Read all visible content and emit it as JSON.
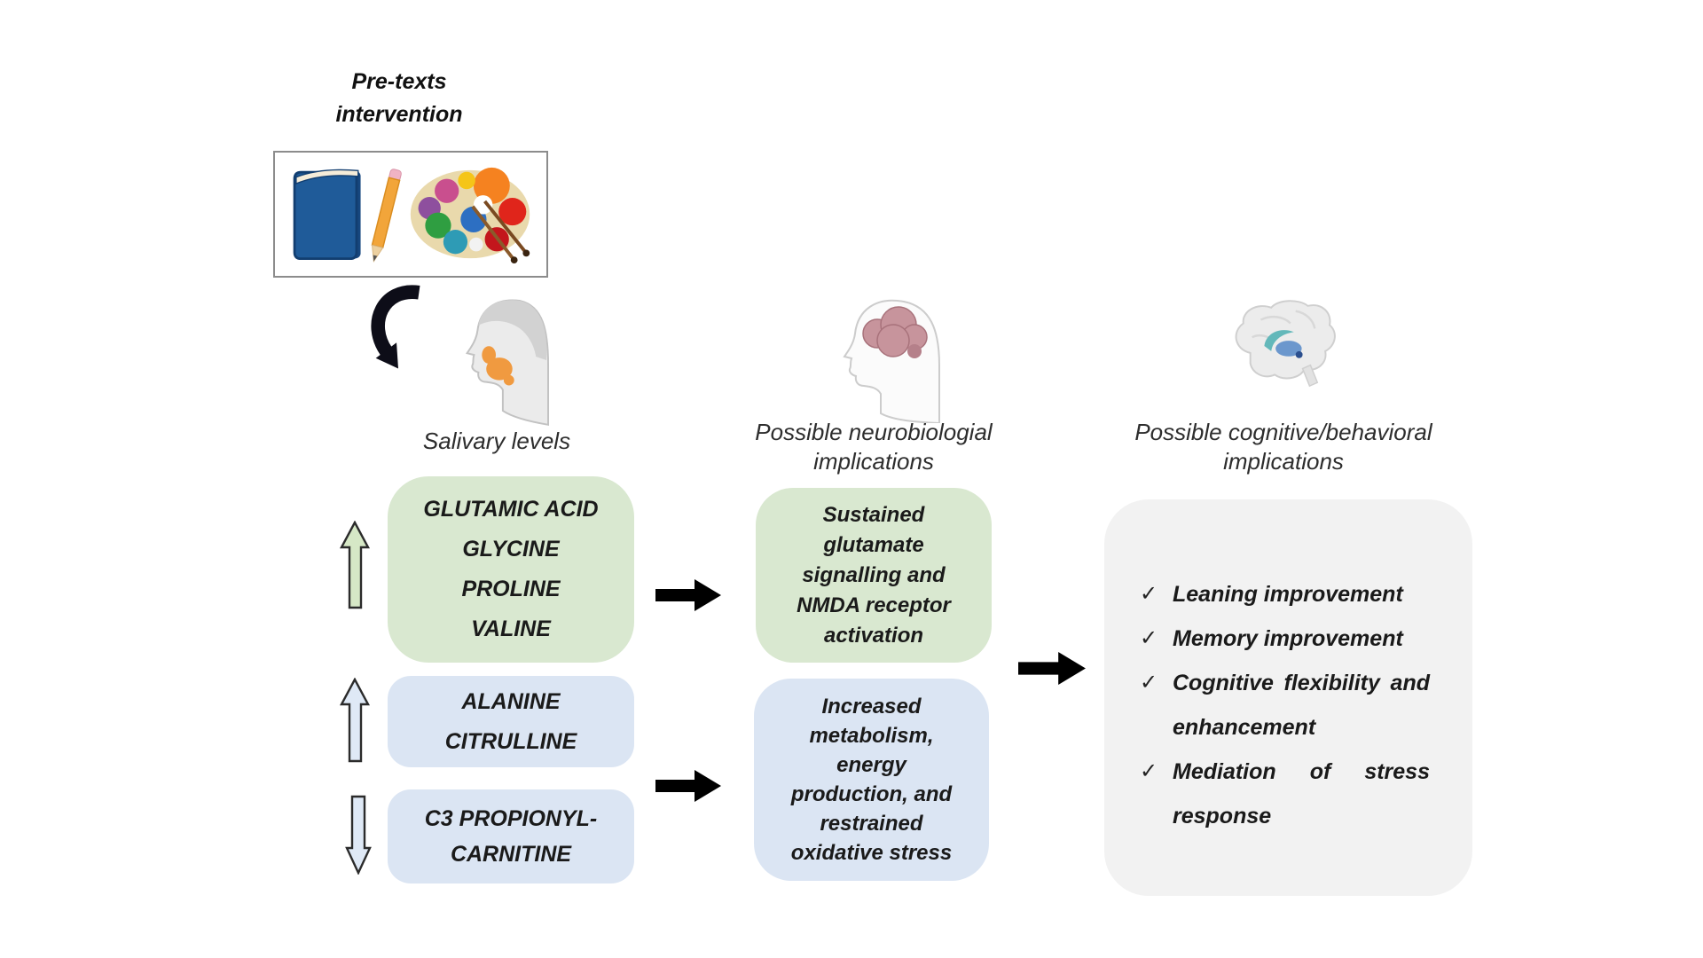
{
  "figure": {
    "title": {
      "line1": "Pre-texts",
      "line2": "intervention"
    },
    "intervention_icons": [
      "book",
      "pencil",
      "paint-palette"
    ],
    "salivary": {
      "heading": "Salivary levels",
      "increased_aminos_box": {
        "lines": [
          "GLUTAMIC ACID",
          "GLYCINE",
          "PROLINE",
          "VALINE"
        ]
      },
      "increased_box": {
        "lines": [
          "ALANINE",
          "CITRULLINE"
        ]
      },
      "bidirectional_box": {
        "lines": [
          "C3 PROPIONYL-",
          "CARNITINE"
        ]
      }
    },
    "neurobiological": {
      "heading": {
        "line1": "Possible neurobiologial",
        "line2": "implications"
      },
      "green_box": {
        "lines": [
          "Sustained",
          "glutamate",
          "signalling and",
          "NMDA receptor",
          "activation"
        ]
      },
      "blue_box": {
        "lines": [
          "Increased",
          "metabolism,",
          "energy",
          "production, and",
          "restrained",
          "oxidative stress"
        ]
      }
    },
    "cognitive": {
      "heading": {
        "line1": "Possible cognitive/behavioral",
        "line2": "implications"
      },
      "check_char": "✓",
      "items": [
        {
          "lines": [
            "Leaning improvement",
            ""
          ]
        },
        {
          "lines": [
            "Memory improvement",
            ""
          ]
        },
        {
          "lines": [
            "Cognitive flexibility and",
            "enhancement"
          ]
        },
        {
          "lines": [
            "Mediation of stress",
            "response"
          ]
        }
      ]
    },
    "colors": {
      "green_box": "#d9e8d0",
      "blue_box": "#dbe5f3",
      "gray_box": "#f2f2f2",
      "black_arrow": "#000000",
      "green_arrow_fill": "#d6e8c6",
      "blue_arrow_fill": "#dfe9f6",
      "book_blue": "#1f5b99",
      "salivary_gland_orange": "#f09a40",
      "brain_pink": "#c7949c"
    }
  }
}
